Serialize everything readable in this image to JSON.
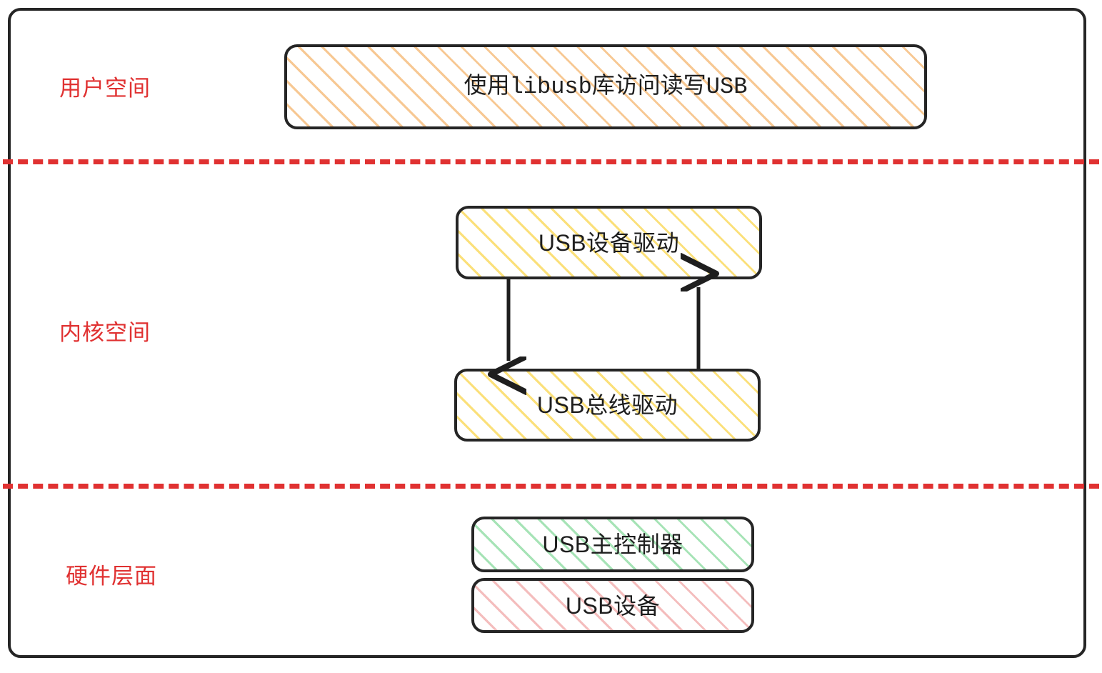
{
  "diagram": {
    "title_present": false,
    "zones": [
      {
        "id": "user-space",
        "label": "用户空间"
      },
      {
        "id": "kernel-space",
        "label": "内核空间"
      },
      {
        "id": "hardware",
        "label": "硬件层面"
      }
    ],
    "nodes": [
      {
        "id": "libusb",
        "label": "使用libusb库访问读写USB",
        "fill": "orange"
      },
      {
        "id": "usb-device-driver",
        "label": "USB设备驱动",
        "fill": "yellow"
      },
      {
        "id": "usb-bus-driver",
        "label": "USB总线驱动",
        "fill": "yellow"
      },
      {
        "id": "usb-host-controller",
        "label": "USB主控制器",
        "fill": "green"
      },
      {
        "id": "usb-device",
        "label": "USB设备",
        "fill": "pink"
      }
    ],
    "edges": [
      {
        "id": "edge-down",
        "from": "usb-device-driver",
        "to": "usb-bus-driver",
        "direction": "down"
      },
      {
        "id": "edge-up",
        "from": "usb-bus-driver",
        "to": "usb-device-driver",
        "direction": "up"
      }
    ],
    "colors": {
      "frame": "#252525",
      "divider": "#e03131",
      "zone_label": "#e03131",
      "node_text": "#1e1e1e",
      "hatch_orange": "#f7c893",
      "hatch_yellow": "#fbe07a",
      "hatch_green": "#a6e3b6",
      "hatch_pink": "#f4bdbd",
      "background": "#ffffff"
    }
  }
}
